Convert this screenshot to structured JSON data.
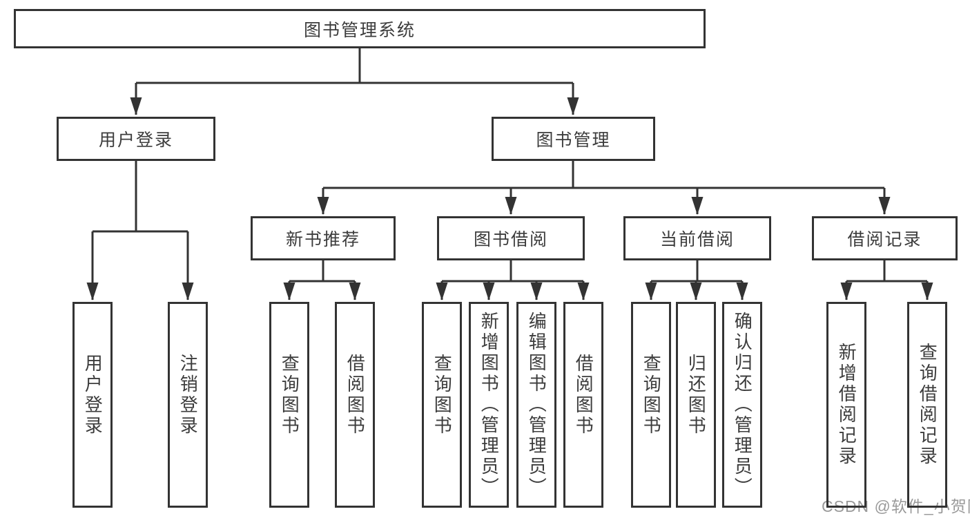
{
  "colors": {
    "line": "#333333",
    "box_border": "#333333",
    "text": "#3c3c3c",
    "background": "#ffffff",
    "watermark_text": "#9a9a9a"
  },
  "watermark": {
    "text": "CSDN @软件_小贺同学"
  },
  "tree": {
    "label": "图书管理系统",
    "children": [
      {
        "label": "用户登录",
        "children": [
          {
            "label": "用户登录"
          },
          {
            "label": "注销登录"
          }
        ]
      },
      {
        "label": "图书管理",
        "children": [
          {
            "label": "新书推荐",
            "children": [
              {
                "label": "查询图书"
              },
              {
                "label": "借阅图书"
              }
            ]
          },
          {
            "label": "图书借阅",
            "children": [
              {
                "label": "查询图书"
              },
              {
                "label": "新增图书（管理员）"
              },
              {
                "label": "编辑图书（管理员）"
              },
              {
                "label": "借阅图书"
              }
            ]
          },
          {
            "label": "当前借阅",
            "children": [
              {
                "label": "查询图书"
              },
              {
                "label": "归还图书"
              },
              {
                "label": "确认归还（管理员）"
              }
            ]
          },
          {
            "label": "借阅记录",
            "children": [
              {
                "label": "新增借阅记录"
              },
              {
                "label": "查询借阅记录"
              }
            ]
          }
        ]
      }
    ]
  }
}
